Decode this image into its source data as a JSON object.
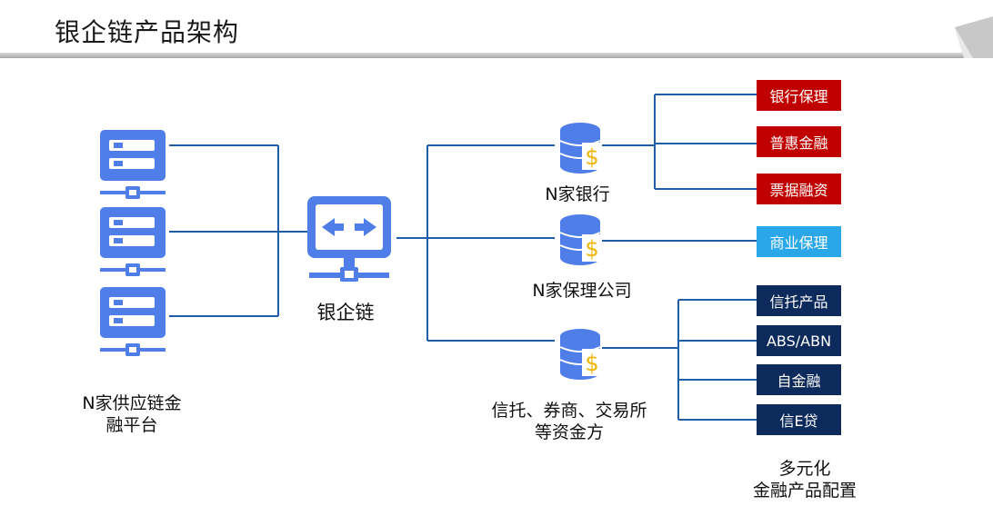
{
  "title": "银企链产品架构",
  "colors": {
    "line": "#1f5faa",
    "icon": "#4f7ee8",
    "icon_gold": "#f0b400",
    "red": "#c00000",
    "cyan": "#2aa7e8",
    "navy": "#0c2a5c"
  },
  "left": {
    "label_line1": "N家供应链金",
    "label_line2": "融平台"
  },
  "center": {
    "label": "银企链"
  },
  "middle": {
    "bank_label": "N家银行",
    "factoring_label": "N家保理公司",
    "trust_line1": "信托、券商、交易所",
    "trust_line2": "等资金方"
  },
  "products": {
    "bank": [
      "银行保理",
      "普惠金融",
      "票据融资"
    ],
    "factoring": [
      "商业保理"
    ],
    "diverse": [
      "信托产品",
      "ABS/ABN",
      "自金融",
      "信E贷"
    ]
  },
  "diverse_label_line1": "多元化",
  "diverse_label_line2": "金融产品配置"
}
